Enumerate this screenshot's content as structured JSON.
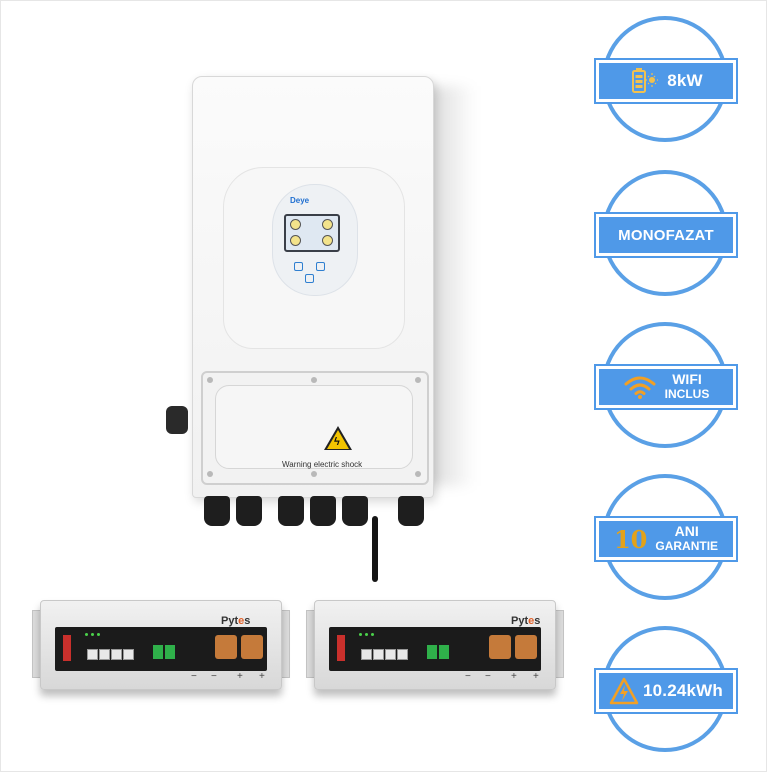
{
  "inverter": {
    "brand": "Deye",
    "warning_text": "Warning electric shock"
  },
  "batteries": [
    {
      "brand_prefix": "Pyt",
      "brand_o": "e",
      "brand_suffix": "s",
      "minus1": "−",
      "minus2": "−",
      "plus1": "+",
      "plus2": "+"
    },
    {
      "brand_prefix": "Pyt",
      "brand_o": "e",
      "brand_suffix": "s",
      "minus1": "−",
      "minus2": "−",
      "plus1": "+",
      "plus2": "+"
    }
  ],
  "badges": {
    "power": {
      "label": "8kW",
      "icon": "battery-sun-icon"
    },
    "phase": {
      "label": "MONOFAZAT"
    },
    "wifi": {
      "line1": "WIFI",
      "line2": "INCLUS",
      "icon": "wifi-icon"
    },
    "warranty": {
      "number": "10",
      "line1": "ANI",
      "line2": "GARANTIE"
    },
    "capacity": {
      "label": "10.24kWh",
      "icon": "warning-bolt-icon"
    }
  },
  "colors": {
    "badge_blue": "#4f99e8",
    "ring_blue": "#5aa0e6",
    "wifi_orange": "#f2a024",
    "warranty_gold": "#e2a21b"
  }
}
